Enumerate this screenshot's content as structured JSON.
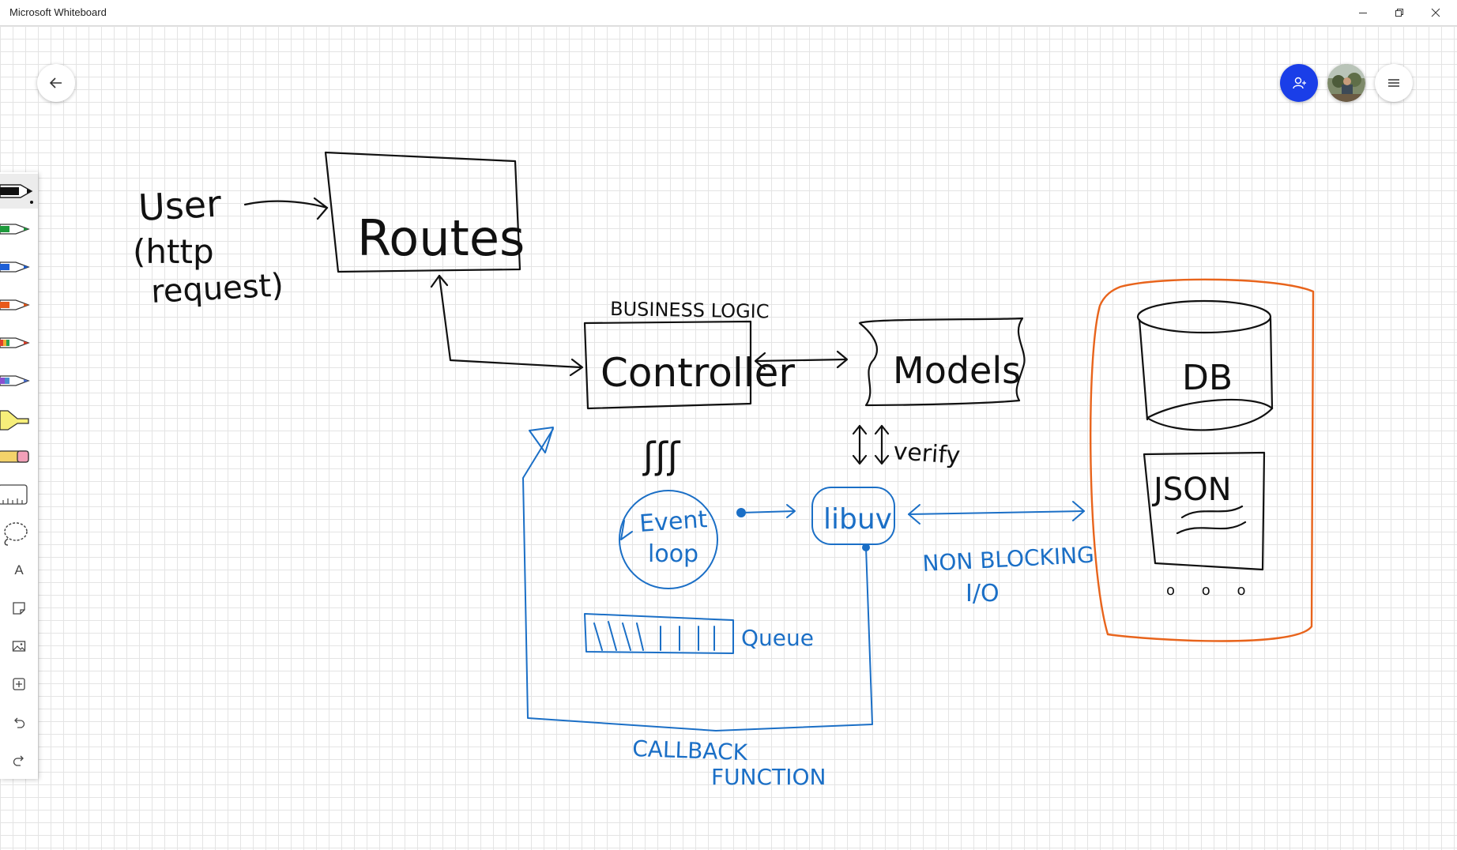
{
  "window": {
    "title": "Microsoft Whiteboard",
    "controls": [
      "minimize",
      "restore",
      "close"
    ]
  },
  "header": {
    "back_icon": "arrow-left-icon",
    "invite_icon": "person-add-icon",
    "avatar_icon": "user-photo-avatar",
    "menu_icon": "hamburger-menu-icon",
    "accent_color": "#1a3ee8"
  },
  "toolbar": {
    "tools": [
      {
        "name": "pen-black",
        "color": "#111111",
        "selected": true
      },
      {
        "name": "pen-green",
        "color": "#1e9a3c"
      },
      {
        "name": "pen-blue",
        "color": "#1d5fd6"
      },
      {
        "name": "pen-orange",
        "color": "#e8591a"
      },
      {
        "name": "pen-rainbow",
        "color": "#e0402a"
      },
      {
        "name": "pen-galaxy",
        "color": "#4a6fd0"
      },
      {
        "name": "highlighter",
        "color": "#f3e96a"
      },
      {
        "name": "eraser",
        "color": "#f2a0b8"
      },
      {
        "name": "ruler",
        "color": "#555555"
      },
      {
        "name": "lasso-select",
        "color": "#555555"
      },
      {
        "name": "text",
        "color": "#555555",
        "glyph": "A"
      },
      {
        "name": "sticky-note",
        "color": "#555555"
      },
      {
        "name": "image",
        "color": "#555555"
      },
      {
        "name": "add-content",
        "color": "#555555"
      },
      {
        "name": "undo",
        "color": "#555555"
      },
      {
        "name": "redo",
        "color": "#555555"
      }
    ]
  },
  "board": {
    "ink_colors": {
      "black": "#111111",
      "blue": "#1b6fc6",
      "orange": "#e8641c"
    },
    "texts": {
      "user": "User",
      "http1": "(http",
      "http2": "request)",
      "routes": "Routes",
      "business_logic": "BUSINESS LOGIC",
      "controller": "Controller",
      "models": "Models",
      "verify": "verify",
      "squiggle": "ʃʃʃ",
      "event": "Event",
      "loop": "loop",
      "libuv": "libuv",
      "queue": "Queue",
      "non_blocking": "NON BLOCKING",
      "io": "I/O",
      "callback": "CALLBACK",
      "function": "FUNCTION",
      "db": "DB",
      "json": "JSON",
      "dots": "o o o"
    }
  }
}
